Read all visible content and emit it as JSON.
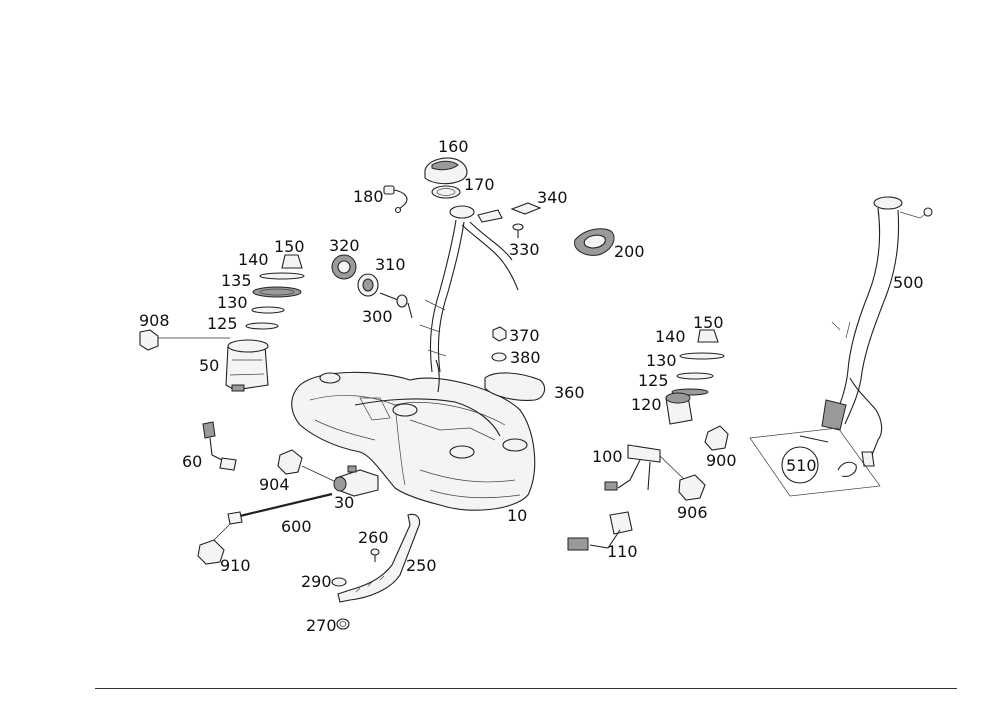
{
  "colors": {
    "line": "#222222",
    "fill": "#f4f4f4",
    "shade": "#9a9a9a",
    "background": "#ffffff"
  },
  "callouts": [
    {
      "id": "c160",
      "text": "160"
    },
    {
      "id": "c170",
      "text": "170"
    },
    {
      "id": "c180",
      "text": "180"
    },
    {
      "id": "c340",
      "text": "340"
    },
    {
      "id": "c330",
      "text": "330"
    },
    {
      "id": "c200",
      "text": "200"
    },
    {
      "id": "c320",
      "text": "320"
    },
    {
      "id": "c310",
      "text": "310"
    },
    {
      "id": "c300",
      "text": "300"
    },
    {
      "id": "c150a",
      "text": "150"
    },
    {
      "id": "c140a",
      "text": "140"
    },
    {
      "id": "c135",
      "text": "135"
    },
    {
      "id": "c130a",
      "text": "130"
    },
    {
      "id": "c125a",
      "text": "125"
    },
    {
      "id": "c908",
      "text": "908"
    },
    {
      "id": "c50",
      "text": "50"
    },
    {
      "id": "c370",
      "text": "370"
    },
    {
      "id": "c380",
      "text": "380"
    },
    {
      "id": "c360",
      "text": "360"
    },
    {
      "id": "c150b",
      "text": "150"
    },
    {
      "id": "c140b",
      "text": "140"
    },
    {
      "id": "c130b",
      "text": "130"
    },
    {
      "id": "c125b",
      "text": "125"
    },
    {
      "id": "c120",
      "text": "120"
    },
    {
      "id": "c900",
      "text": "900"
    },
    {
      "id": "c500",
      "text": "500"
    },
    {
      "id": "c510",
      "text": "510"
    },
    {
      "id": "c100",
      "text": "100"
    },
    {
      "id": "c906",
      "text": "906"
    },
    {
      "id": "c110",
      "text": "110"
    },
    {
      "id": "c60",
      "text": "60"
    },
    {
      "id": "c904",
      "text": "904"
    },
    {
      "id": "c30",
      "text": "30"
    },
    {
      "id": "c600",
      "text": "600"
    },
    {
      "id": "c10",
      "text": "10"
    },
    {
      "id": "c260",
      "text": "260"
    },
    {
      "id": "c250",
      "text": "250"
    },
    {
      "id": "c290",
      "text": "290"
    },
    {
      "id": "c270",
      "text": "270"
    },
    {
      "id": "c910",
      "text": "910"
    }
  ]
}
